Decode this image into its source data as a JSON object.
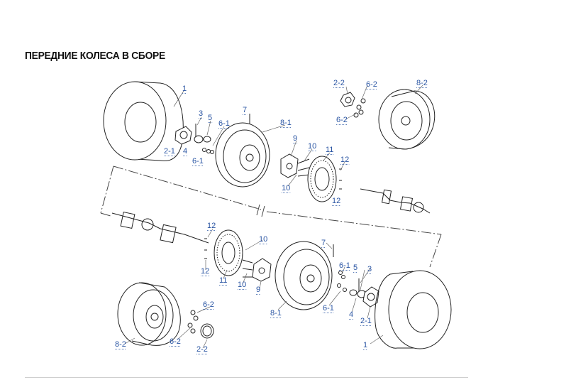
{
  "page": {
    "title": "ПЕРЕДНИЕ КОЛЕСА В СБОРЕ"
  },
  "callouts": [
    "1",
    "2-1",
    "3",
    "4",
    "5",
    "6-1",
    "6-1",
    "7",
    "8-1",
    "9",
    "10",
    "10",
    "11",
    "12",
    "12",
    "2-2",
    "6-2",
    "6-2",
    "8-2",
    "12",
    "12",
    "10",
    "10",
    "11",
    "9",
    "7",
    "8-1",
    "6-1",
    "6-1",
    "5",
    "4",
    "3",
    "2-1",
    "1",
    "6-2",
    "6-2",
    "8-2",
    "2-2"
  ]
}
